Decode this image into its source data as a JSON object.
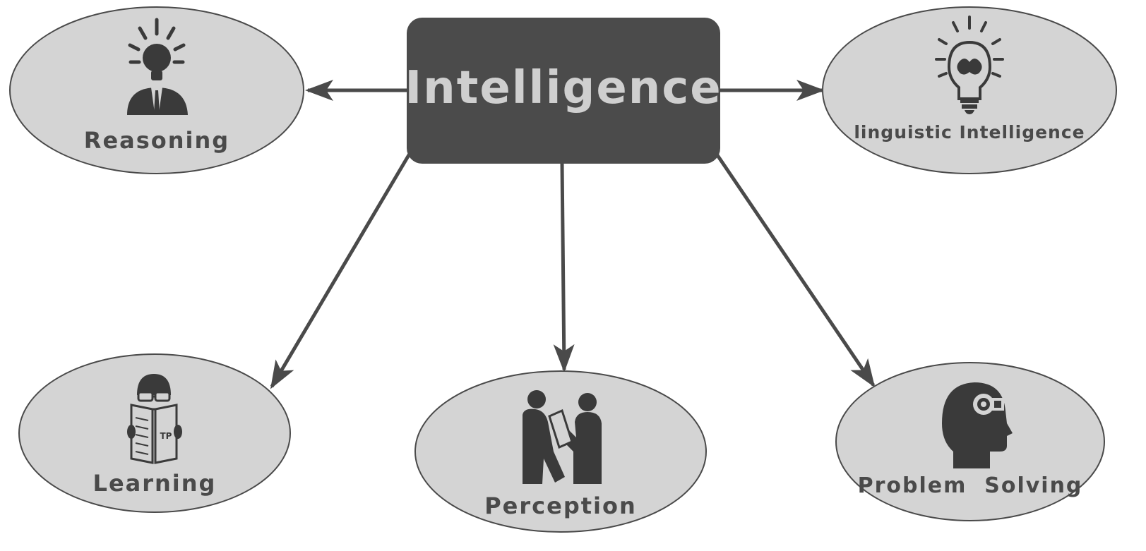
{
  "center": {
    "label": "Intelligence"
  },
  "nodes": [
    {
      "id": "reasoning",
      "label": "Reasoning",
      "icon": "idea-person-icon"
    },
    {
      "id": "linguistic",
      "label": "linguistic Intelligence",
      "icon": "lightbulb-brain-icon"
    },
    {
      "id": "learning",
      "label": "Learning",
      "icon": "reading-person-icon"
    },
    {
      "id": "perception",
      "label": "Perception",
      "icon": "people-talking-icon"
    },
    {
      "id": "problem",
      "label": "Problem  Solving",
      "icon": "head-gear-icon"
    }
  ],
  "colors": {
    "background": "#ffffff",
    "ellipse_fill": "#d4d4d4",
    "ellipse_stroke": "#4a4a4a",
    "center_fill": "#4b4b4b",
    "center_text": "#cfcfcf",
    "node_text": "#4a4a4a",
    "arrow": "#4a4a4a",
    "icon": "#3a3a3a"
  }
}
